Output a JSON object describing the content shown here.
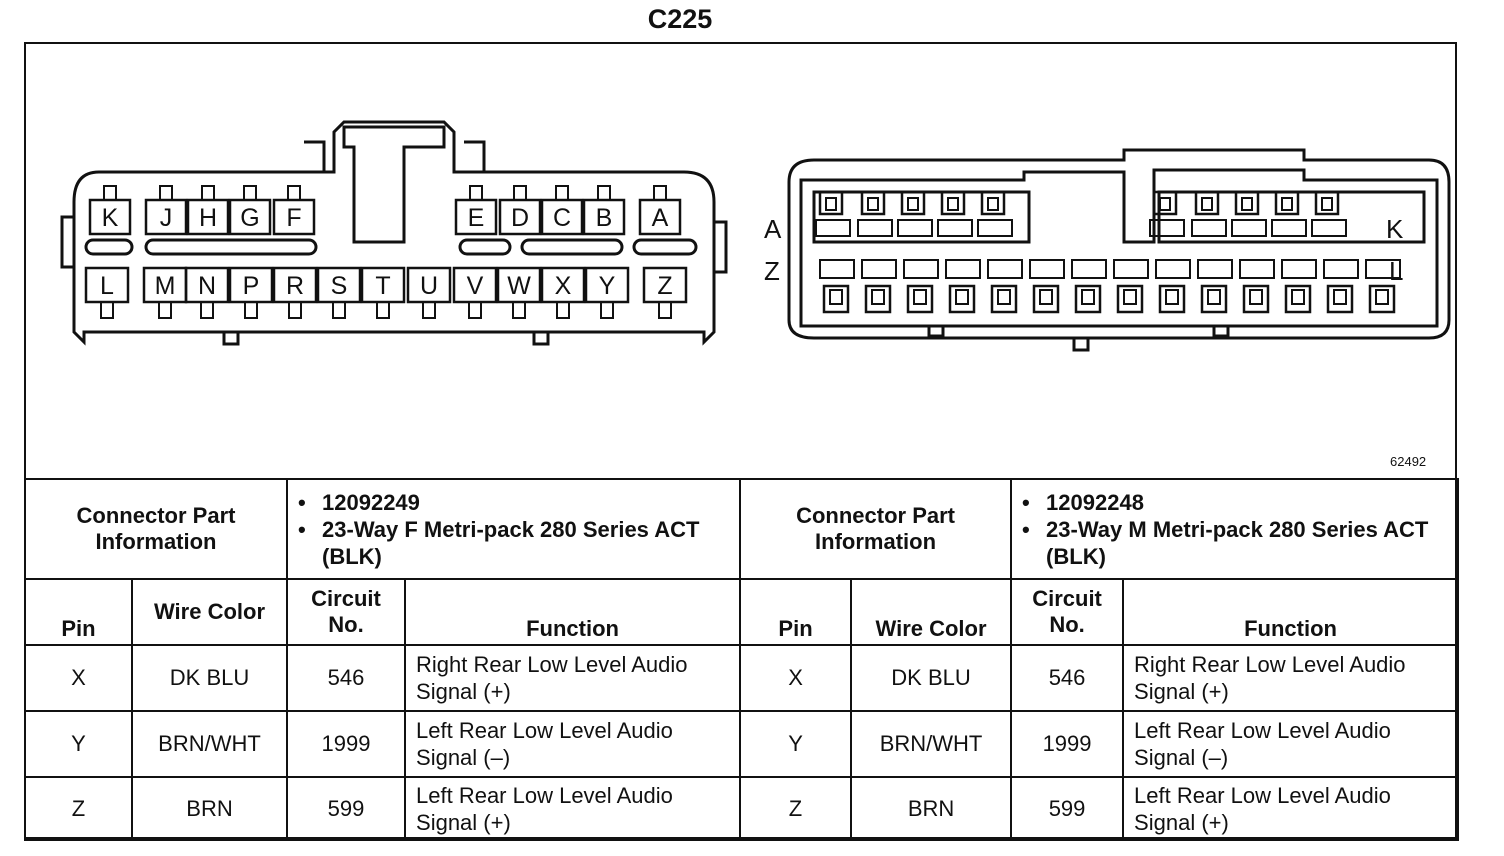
{
  "title": "C225",
  "figure_id": "62492",
  "female_connector": {
    "top_row_left": [
      "K",
      "J",
      "H",
      "G",
      "F"
    ],
    "top_row_right": [
      "E",
      "D",
      "C",
      "B",
      "A"
    ],
    "bottom_row": [
      "L",
      "M",
      "N",
      "P",
      "R",
      "S",
      "T",
      "U",
      "V",
      "W",
      "X",
      "Y",
      "Z"
    ]
  },
  "male_connector": {
    "left_labels": [
      "A",
      "Z"
    ],
    "right_labels": [
      "K",
      "L"
    ]
  },
  "table": {
    "left": {
      "connector_header": "Connector Part Information",
      "part_number": "12092249",
      "description": "23-Way F Metri-pack 280 Series ACT (BLK)",
      "col_pin": "Pin",
      "col_wire": "Wire Color",
      "col_circuit": "Circuit No.",
      "col_function": "Function",
      "rows": [
        {
          "pin": "X",
          "wire": "DK BLU",
          "circuit": "546",
          "function": "Right Rear Low Level Audio Signal (+)"
        },
        {
          "pin": "Y",
          "wire": "BRN/WHT",
          "circuit": "1999",
          "function": "Left Rear Low Level Audio Signal (–)"
        },
        {
          "pin": "Z",
          "wire": "BRN",
          "circuit": "599",
          "function": "Left Rear Low Level Audio Signal (+)"
        }
      ]
    },
    "right": {
      "connector_header": "Connector Part Information",
      "part_number": "12092248",
      "description": "23-Way M Metri-pack 280 Series ACT (BLK)",
      "col_pin": "Pin",
      "col_wire": "Wire Color",
      "col_circuit": "Circuit No.",
      "col_function": "Function",
      "rows": [
        {
          "pin": "X",
          "wire": "DK BLU",
          "circuit": "546",
          "function": "Right Rear Low Level Audio Signal (+)"
        },
        {
          "pin": "Y",
          "wire": "BRN/WHT",
          "circuit": "1999",
          "function": "Left Rear Low Level Audio Signal (–)"
        },
        {
          "pin": "Z",
          "wire": "BRN",
          "circuit": "599",
          "function": "Left Rear Low Level Audio Signal (+)"
        }
      ]
    }
  }
}
